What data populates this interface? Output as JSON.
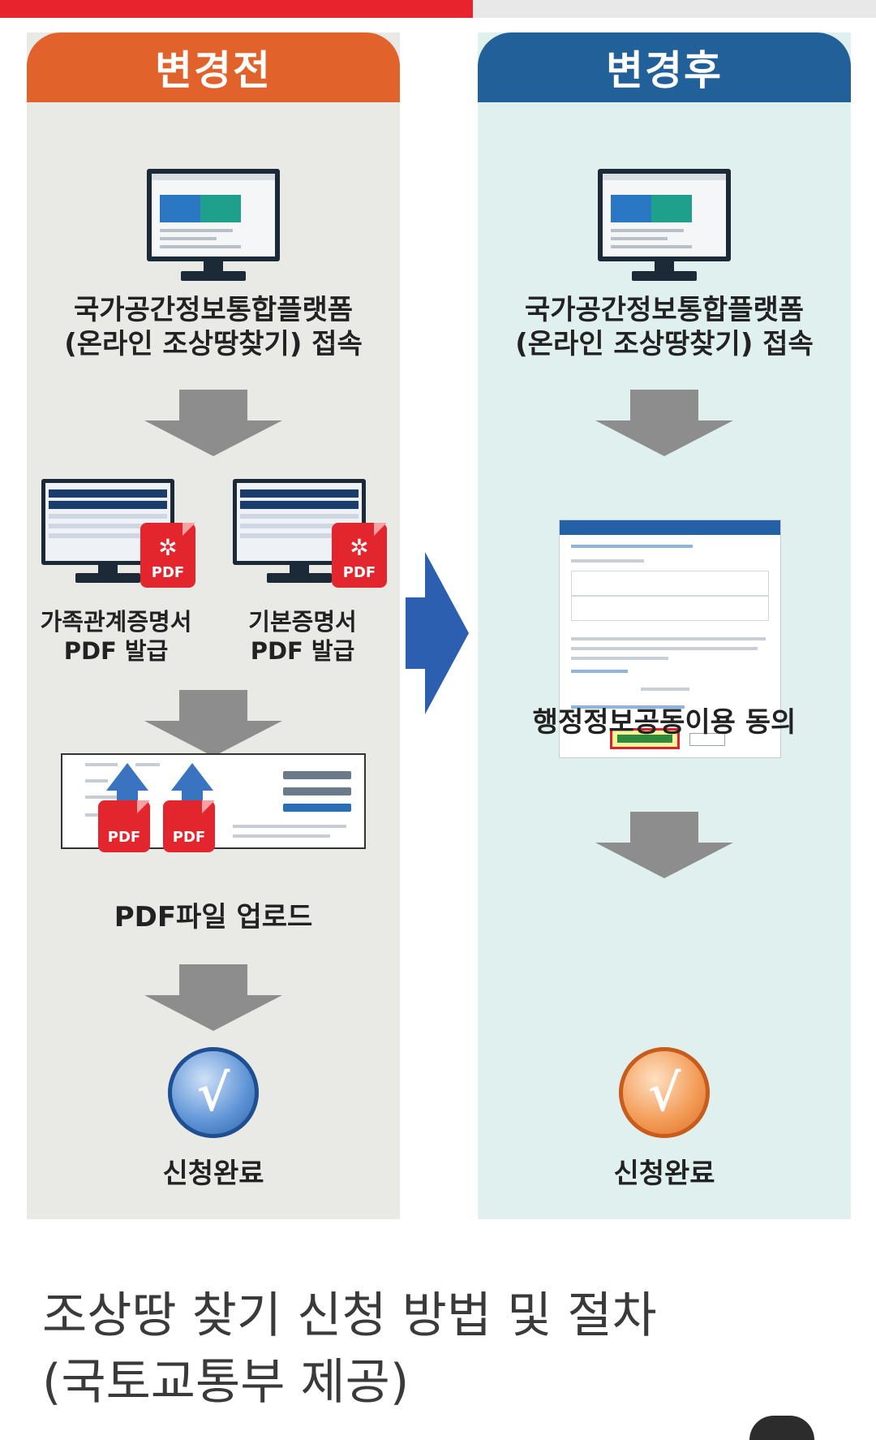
{
  "progress": {
    "fraction": 0.54,
    "fill_color": "#e8232e"
  },
  "before": {
    "header": "변경전",
    "header_color": "#e2622b",
    "step1_line1": "국가공간정보통합플랫폼",
    "step1_line2": "(온라인 조상땅찾기) 접속",
    "doc1_line1": "가족관계증명서",
    "doc1_line2": "PDF 발급",
    "doc2_line1": "기본증명서",
    "doc2_line2": "PDF 발급",
    "pdf_badge": "PDF",
    "upload_label": "PDF파일 업로드",
    "done_label": "신청완료",
    "check_glyph": "√"
  },
  "after": {
    "header": "변경후",
    "header_color": "#22609a",
    "step1_line1": "국가공간정보통합플랫폼",
    "step1_line2": "(온라인 조상땅찾기) 접속",
    "consent_label": "행정정보공동이용 동의",
    "done_label": "신청완료",
    "check_glyph": "√"
  },
  "caption": {
    "line1": "조상땅 찾기 신청 방법 및 절차",
    "line2": "(국토교통부 제공)"
  },
  "icons": [
    "monitor-icon",
    "pdf-file-icon",
    "upload-arrow-icon",
    "down-arrow-icon",
    "right-arrow-icon",
    "checkmark-badge-icon"
  ]
}
